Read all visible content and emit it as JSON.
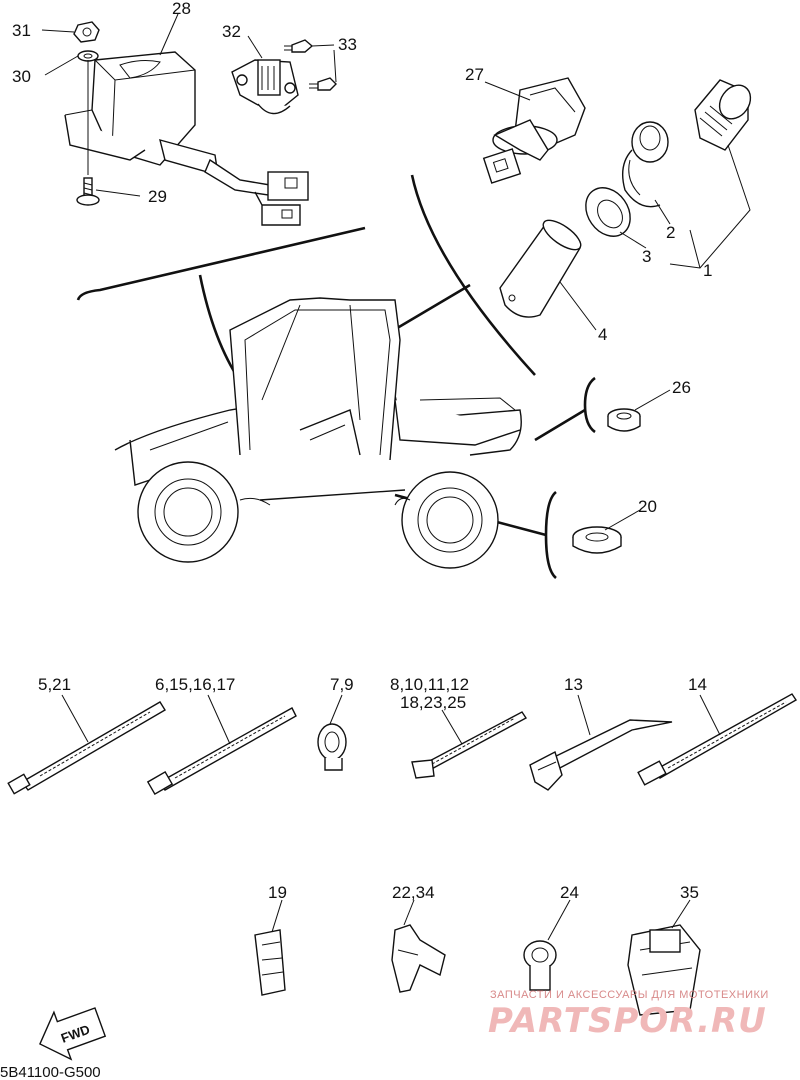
{
  "diagram": {
    "code": "5B41100-G500",
    "fwd_label": "FWD",
    "watermark": {
      "top": "ЗАПЧАСТИ И АКСЕССУАРЫ ДЛЯ МОТОТЕХНИКИ",
      "brand": "PARTSPOR.RU"
    },
    "callouts": [
      {
        "id": "c31",
        "text": "31"
      },
      {
        "id": "c28",
        "text": "28"
      },
      {
        "id": "c32",
        "text": "32"
      },
      {
        "id": "c33",
        "text": "33"
      },
      {
        "id": "c30",
        "text": "30"
      },
      {
        "id": "c29",
        "text": "29"
      },
      {
        "id": "c27",
        "text": "27"
      },
      {
        "id": "c2",
        "text": "2"
      },
      {
        "id": "c3",
        "text": "3"
      },
      {
        "id": "c1",
        "text": "1"
      },
      {
        "id": "c4",
        "text": "4"
      },
      {
        "id": "c26",
        "text": "26"
      },
      {
        "id": "c20",
        "text": "20"
      },
      {
        "id": "c5_21",
        "text": "5,21"
      },
      {
        "id": "c6",
        "text": "6,15,16,17"
      },
      {
        "id": "c7_9",
        "text": "7,9"
      },
      {
        "id": "c8",
        "text": "8,10,11,12"
      },
      {
        "id": "c18",
        "text": "18,23,25"
      },
      {
        "id": "c13",
        "text": "13"
      },
      {
        "id": "c14",
        "text": "14"
      },
      {
        "id": "c19",
        "text": "19"
      },
      {
        "id": "c22_34",
        "text": "22,34"
      },
      {
        "id": "c24",
        "text": "24"
      },
      {
        "id": "c35",
        "text": "35"
      }
    ]
  }
}
